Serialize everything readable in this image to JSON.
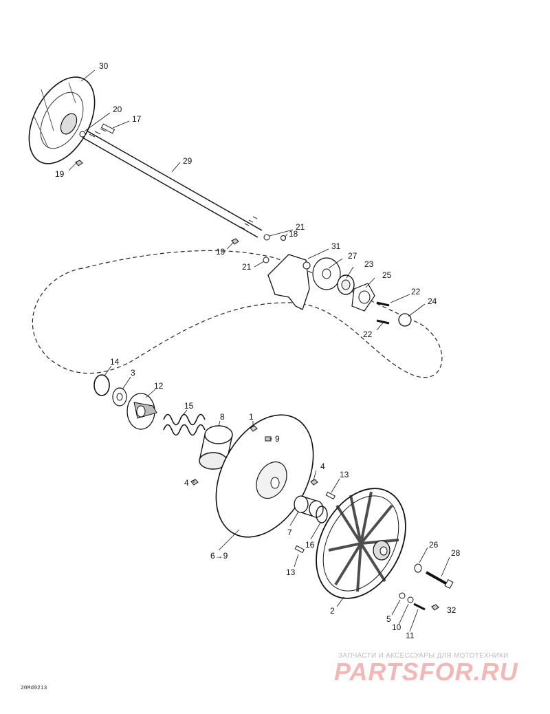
{
  "callouts": {
    "c30": "30",
    "c20": "20",
    "c17": "17",
    "c19a": "19",
    "c29": "29",
    "c21a": "21",
    "c18": "18",
    "c19b": "19",
    "c21b": "21",
    "c31": "31",
    "c27": "27",
    "c23": "23",
    "c25": "25",
    "c22a": "22",
    "c24": "24",
    "c22b": "22",
    "c14": "14",
    "c3": "3",
    "c12": "12",
    "c15": "15",
    "c8": "8",
    "c1": "1",
    "c9": "9",
    "c4a": "4",
    "c4b": "4",
    "c13a": "13",
    "c7": "7",
    "c16": "16",
    "c6": "6→9",
    "c13b": "13",
    "c26": "26",
    "c28": "28",
    "c2": "2",
    "c5": "5",
    "c10": "10",
    "c32": "32",
    "c11": "11"
  },
  "reference_code": "20Md0213",
  "watermark": {
    "caption": "ЗАПЧАСТИ И АКСЕССУАРЫ ДЛЯ МОТОТЕХНИКИ",
    "logo": "PARTSFOR.RU"
  }
}
